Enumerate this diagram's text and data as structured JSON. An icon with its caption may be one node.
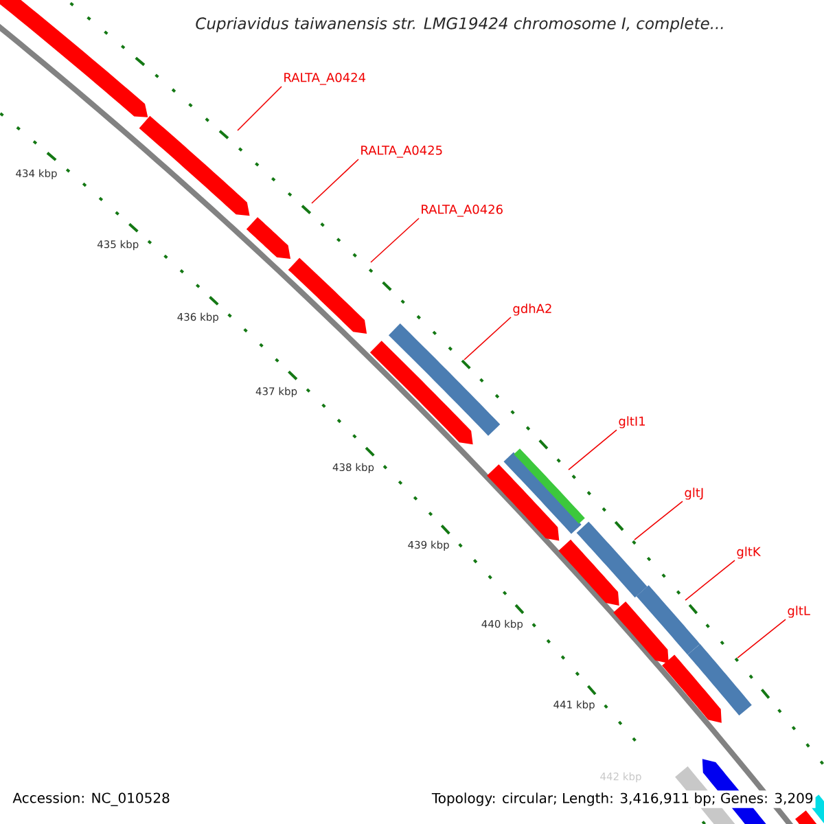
{
  "diagram": {
    "title": "Cupriavidus taiwanensis str. LMG19424 chromosome I, complete...",
    "nodes": [
      {
        "text": [
          "RALTA_A0424"
        ]
      },
      {
        "text": [
          "RALTA_A0425"
        ]
      },
      {
        "text": [
          "RALTA_A0426"
        ]
      },
      {
        "text": [
          "gdhA2"
        ]
      },
      {
        "text": [
          "gltI1"
        ]
      },
      {
        "text": [
          "gltJ"
        ]
      },
      {
        "text": [
          "gltK"
        ]
      },
      {
        "text": [
          "gltL"
        ]
      }
    ],
    "edges": [
      {
        "from": 0,
        "to": null,
        "arrow": "none"
      },
      {
        "from": 1,
        "to": null,
        "arrow": "none"
      },
      {
        "from": 2,
        "to": null,
        "arrow": "none"
      },
      {
        "from": 3,
        "to": null,
        "arrow": "none"
      },
      {
        "from": 4,
        "to": null,
        "arrow": "none"
      },
      {
        "from": 5,
        "to": null,
        "arrow": "none"
      },
      {
        "from": 6,
        "to": null,
        "arrow": "none"
      },
      {
        "from": 7,
        "to": null,
        "arrow": "none"
      }
    ],
    "labels": [
      "434 kbp",
      "435 kbp",
      "436 kbp",
      "437 kbp",
      "438 kbp",
      "439 kbp",
      "440 kbp",
      "441 kbp",
      "442 kbp",
      "Accession: NC_010528",
      "Topology: circular; Length: 3,416,911 bp; Genes: 3,209"
    ]
  }
}
